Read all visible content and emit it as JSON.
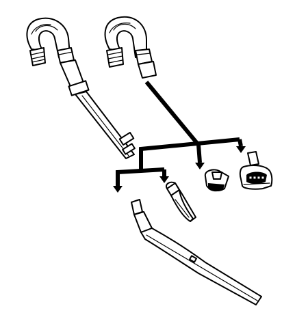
{
  "diagram": {
    "parts": [
      "hose-handle-with-wand",
      "hose-handle",
      "extension-wand",
      "crevice-tool",
      "dusting-brush",
      "turbo-brush"
    ]
  }
}
